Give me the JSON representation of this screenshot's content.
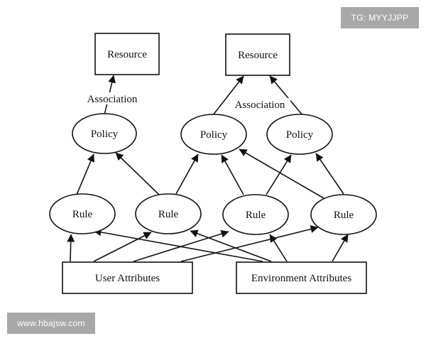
{
  "nodes": {
    "resource_1": "Resource",
    "resource_2": "Resource",
    "policy_1": "Policy",
    "policy_2": "Policy",
    "policy_3": "Policy",
    "rule_1": "Rule",
    "rule_2": "Rule",
    "rule_3": "Rule",
    "rule_4": "Rule",
    "user_attributes": "User Attributes",
    "environment_attributes": "Environment Attributes"
  },
  "edge_labels": {
    "association_1": "Association",
    "association_2": "Association"
  },
  "watermarks": {
    "top": "TG: MYYJJPP",
    "bottom": "www.hbajsw.com"
  }
}
